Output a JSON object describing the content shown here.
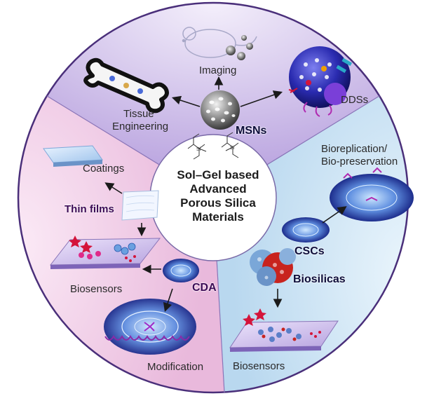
{
  "center": {
    "lines": [
      "Sol–Gel based",
      "Advanced",
      "Porous Silica",
      "Materials"
    ]
  },
  "top": {
    "msn_label": "MSNs",
    "imaging_label": "Imaging",
    "tissue_label_line1": "Tissue",
    "tissue_label_line2": "Engineering",
    "dds_label": "DDSs"
  },
  "left": {
    "coatings_label": "Coatings",
    "thin_films_label": "Thin films",
    "biosensors_label": "Biosensors",
    "cda_label": "CDA",
    "modification_label": "Modification"
  },
  "right": {
    "bioreplication_line1": "Bioreplication/",
    "bioreplication_line2": "Bio-preservation",
    "cscs_label": "CSCs",
    "biosilicas_label": "Biosilicas",
    "biosensors_label": "Biosensors"
  },
  "colors": {
    "top_sector": "#c9b7e6",
    "left_sector": "#f3cfe9",
    "right_sector": "#cfe5f5",
    "rim": "#4a2f7a",
    "arrow": "#1a1a1a",
    "accent_red": "#d4143a",
    "accent_purple": "#6a2aa8"
  }
}
